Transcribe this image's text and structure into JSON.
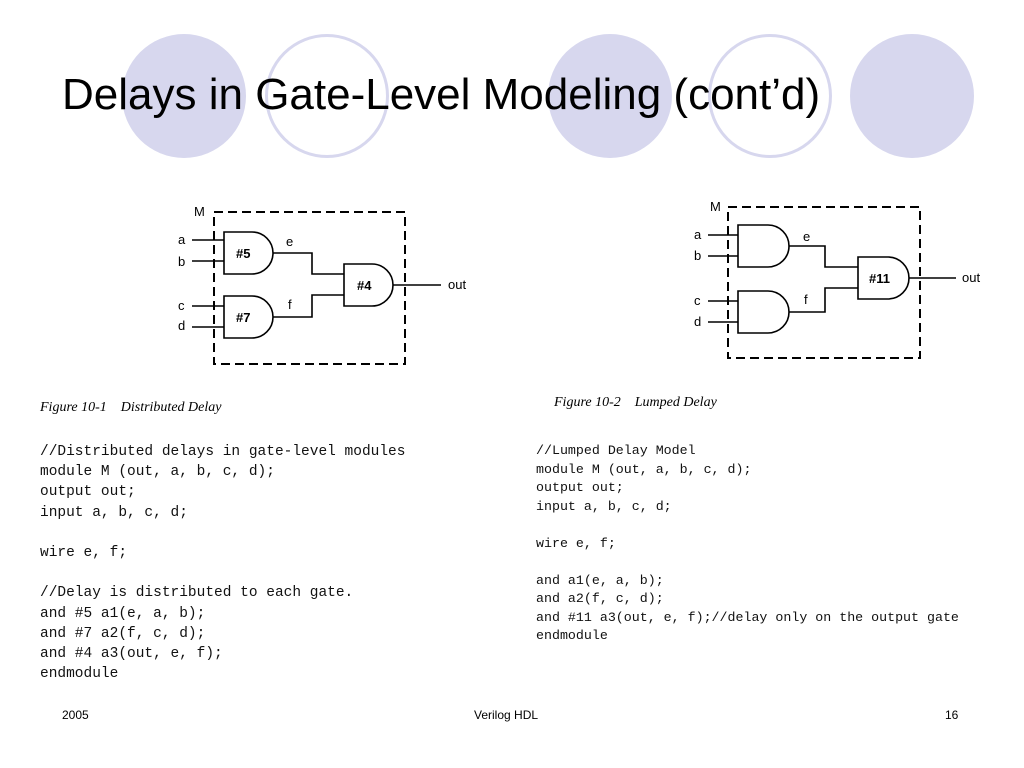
{
  "slide": {
    "title": "Delays in Gate-Level Modeling (cont’d)",
    "decor_colors": {
      "fill": "#d7d7ee",
      "ring": "#d7d7ee"
    }
  },
  "figure1": {
    "module_label": "M",
    "inputs": [
      "a",
      "b",
      "c",
      "d"
    ],
    "wires": [
      "e",
      "f"
    ],
    "output": "out",
    "gates": [
      {
        "name": "and-gate-1",
        "delay": "#5"
      },
      {
        "name": "and-gate-2",
        "delay": "#7"
      },
      {
        "name": "and-gate-3",
        "delay": "#4"
      }
    ],
    "caption_number": "Figure 10-1",
    "caption_title": "Distributed Delay"
  },
  "figure2": {
    "module_label": "M",
    "inputs": [
      "a",
      "b",
      "c",
      "d"
    ],
    "wires": [
      "e",
      "f"
    ],
    "output": "out",
    "gates": [
      {
        "name": "and-gate-1",
        "delay": ""
      },
      {
        "name": "and-gate-2",
        "delay": ""
      },
      {
        "name": "and-gate-3",
        "delay": "#11"
      }
    ],
    "caption_number": "Figure 10-2",
    "caption_title": "Lumped Delay"
  },
  "code1": {
    "lines": [
      "//Distributed delays in gate-level modules",
      "module M (out, a, b, c, d);",
      "output out;",
      "input a, b, c, d;",
      "",
      "wire e, f;",
      "",
      "//Delay is distributed to each gate.",
      "and #5 a1(e, a, b);",
      "and #7 a2(f, c, d);",
      "and #4 a3(out, e, f);",
      "endmodule"
    ]
  },
  "code2": {
    "lines": [
      "//Lumped Delay Model",
      "module M (out, a, b, c, d);",
      "output out;",
      "input a, b, c, d;",
      "",
      "wire e, f;",
      "",
      "and a1(e, a, b);",
      "and a2(f, c, d);",
      "and #11 a3(out, e, f);//delay only on the output gate",
      "endmodule"
    ]
  },
  "footer": {
    "left": "2005",
    "center": "Verilog HDL",
    "right": "16"
  }
}
